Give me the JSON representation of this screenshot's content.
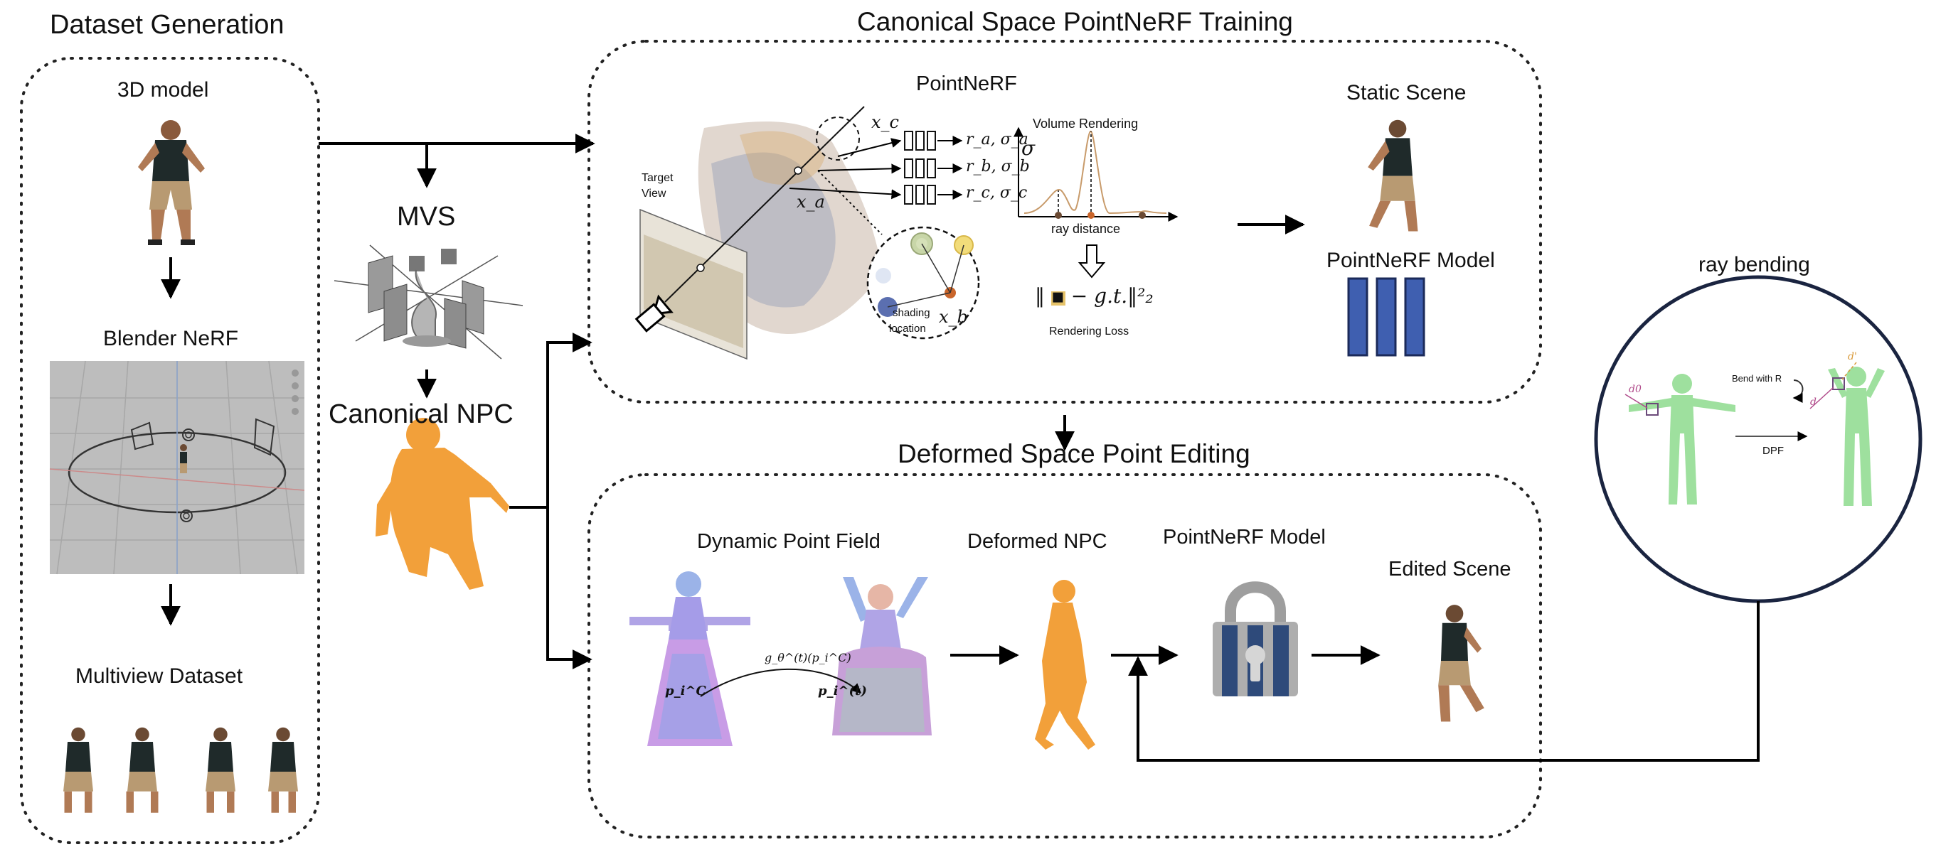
{
  "sections": {
    "dataset_generation": "Dataset Generation",
    "canonical_training": "Canonical Space PointNeRF Training",
    "deformed_editing": "Deformed Space Point Editing",
    "ray_bending": "ray bending"
  },
  "dataset": {
    "model_3d": "3D model",
    "blender_nerf": "Blender NeRF",
    "multiview": "Multiview Dataset"
  },
  "middle": {
    "mvs": "MVS",
    "canonical_npc": "Canonical NPC"
  },
  "training": {
    "pointnerf": "PointNeRF",
    "target_view_line1": "Target",
    "target_view_line2": "View",
    "ra": "r_a, σ_a",
    "rb": "r_b, σ_b",
    "rc": "r_c, σ_c",
    "xc": "x_c",
    "xa": "x_a",
    "xb": "x_b",
    "shading_line1": "shading",
    "shading_line2": "location",
    "volume_rendering": "Volume Rendering",
    "sigma": "σ",
    "ray_distance": "ray distance",
    "loss_formula": "‖ ▪ − g.t.‖²₂",
    "rendering_loss": "Rendering Loss",
    "static_scene": "Static Scene",
    "pointnerf_model": "PointNeRF Model"
  },
  "editing": {
    "dynamic_point_field": "Dynamic Point Field",
    "deformed_npc": "Deformed NPC",
    "pointnerf_model": "PointNeRF Model",
    "edited_scene": "Edited Scene",
    "p_c": "p_i^C",
    "p_t": "p_i^(t)",
    "g_func": "g_θ^(t)(p_i^C)"
  },
  "bending": {
    "bend_with": "Bend with R",
    "dpf": "DPF",
    "d0": "d0",
    "d": "d",
    "dprime": "d'"
  },
  "colors": {
    "npc_orange": "#F2A03A",
    "model_blue": "#3F5FB0",
    "point_green": "#7ED67E",
    "lock_navy": "#2E4A7A"
  }
}
